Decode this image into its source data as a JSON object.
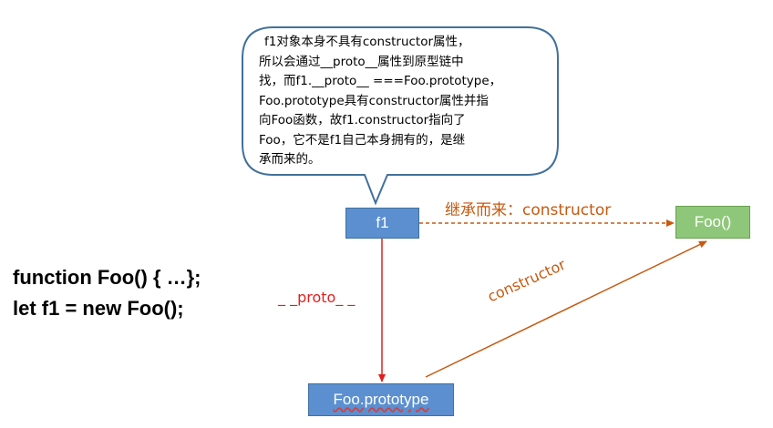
{
  "code": {
    "line1": "function Foo() { …};",
    "line2": "let f1 = new Foo();"
  },
  "nodes": {
    "f1": "f1",
    "foo": "Foo()",
    "foo_prototype": "Foo.prototype"
  },
  "edges": {
    "inherited": "继承而来：constructor",
    "proto": "_ _proto_ _",
    "constructor": "constructor"
  },
  "callout": {
    "lines": [
      "f1对象本身不具有constructor属性，",
      "所以会通过__proto__属性到原型链中",
      "找，而f1.__proto__ ===Foo.prototype，",
      "Foo.prototype具有constructor属性并指",
      "向Foo函数，故f1.constructor指向了",
      "Foo，它不是f1自己本身拥有的，是继",
      "承而来的。"
    ]
  },
  "colors": {
    "node_blue": "#5b8fd0",
    "node_green": "#8fc77a",
    "proto_arrow": "#e02020",
    "constructor_arrow": "#c55a11",
    "callout_border": "#41719c"
  }
}
